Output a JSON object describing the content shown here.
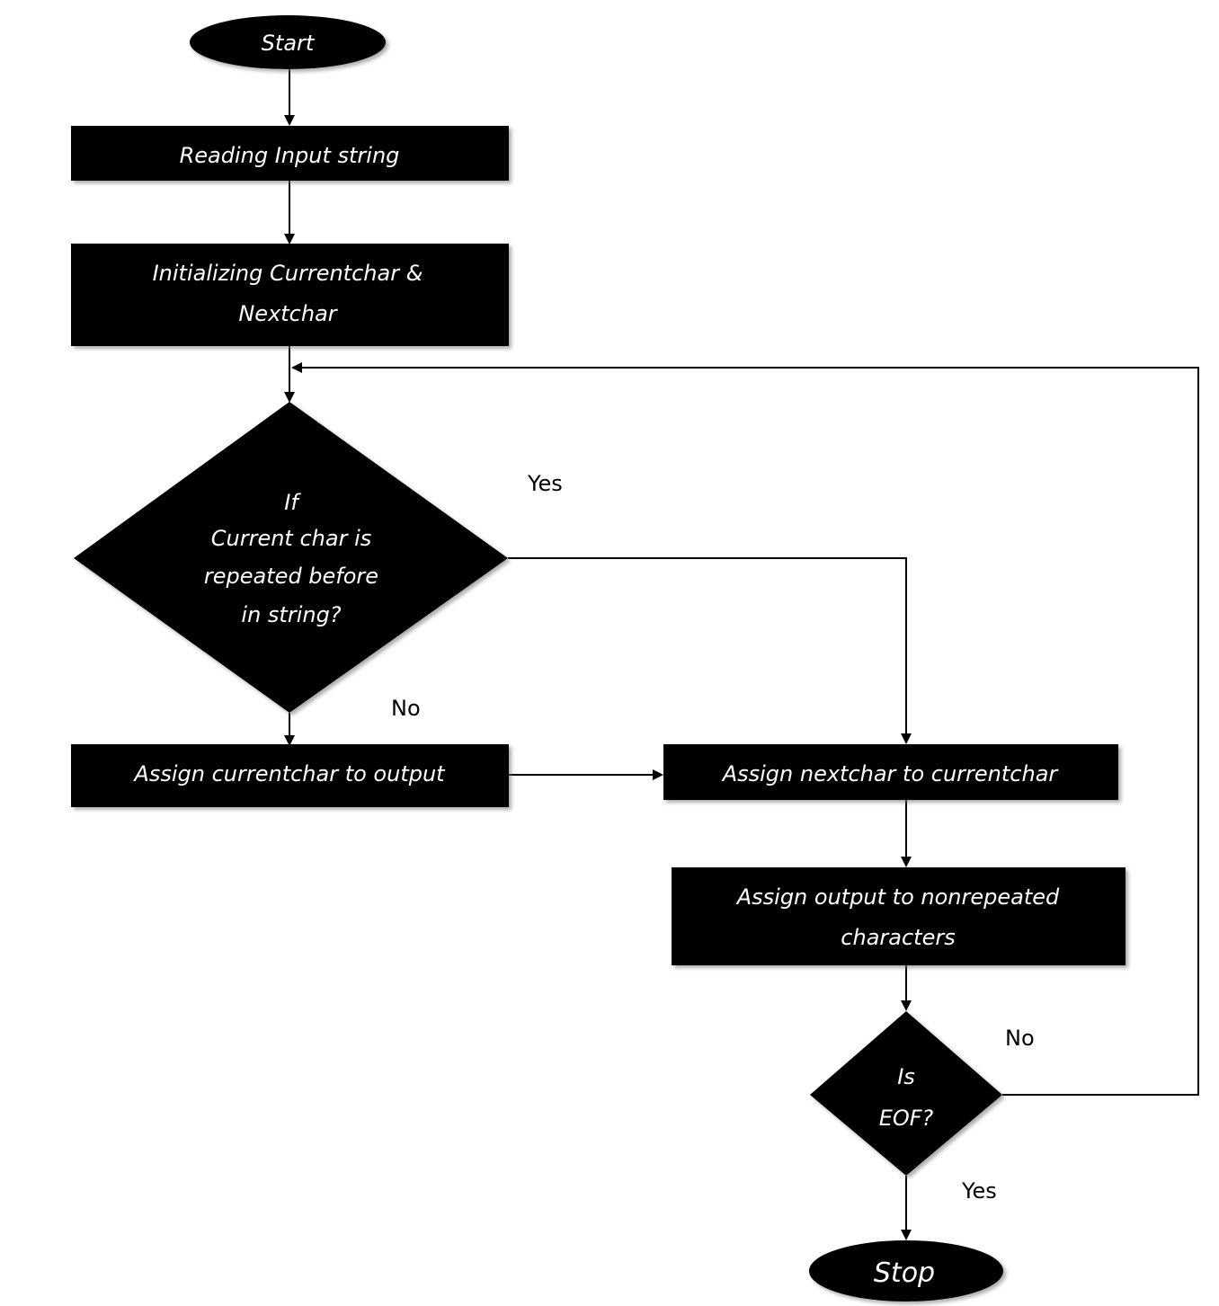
{
  "nodes": {
    "start": "Start",
    "read_input": "Reading Input string",
    "init_line1": "Initializing Currentchar &",
    "init_line2": "Nextchar",
    "decision_repeat_line1": "If",
    "decision_repeat_line2": "Current char is",
    "decision_repeat_line3": "repeated before",
    "decision_repeat_line4": "in string?",
    "assign_current_output": "Assign currentchar to output",
    "assign_next_current": "Assign nextchar to currentchar",
    "assign_output_line1": "Assign output to nonrepeated",
    "assign_output_line2": "characters",
    "decision_eof_line1": "Is",
    "decision_eof_line2": "EOF?",
    "stop": "Stop"
  },
  "edge_labels": {
    "repeat_yes": "Yes",
    "repeat_no": "No",
    "eof_no": "No",
    "eof_yes": "Yes"
  },
  "colors": {
    "shape_fill": "#000000",
    "shape_text": "#ffffff",
    "line": "#000000",
    "background": "#ffffff"
  }
}
